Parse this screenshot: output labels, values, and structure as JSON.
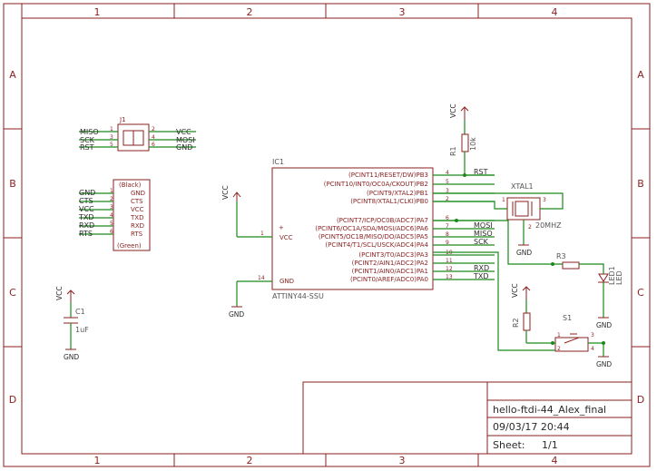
{
  "frame": {
    "columns": [
      "1",
      "2",
      "3",
      "4"
    ],
    "rows": [
      "A",
      "B",
      "C",
      "D"
    ]
  },
  "title_block": {
    "title": "hello-ftdi-44_Alex_final",
    "date": "09/03/17 20:44",
    "sheet_label": "Sheet:",
    "sheet_value": "1/1"
  },
  "power": {
    "vcc": "VCC",
    "gnd": "GND"
  },
  "j1": {
    "name": "J1",
    "left": [
      {
        "net": "MISO",
        "pin": "1"
      },
      {
        "net": "SCK",
        "pin": "3"
      },
      {
        "net": "RST",
        "pin": "5"
      }
    ],
    "right": [
      {
        "net": "VCC",
        "pin": "2"
      },
      {
        "net": "MOSI",
        "pin": "4"
      },
      {
        "net": "GND",
        "pin": "6"
      }
    ]
  },
  "ftdi": {
    "nets": [
      "GND",
      "CTS",
      "VCC",
      "TXD",
      "RXD",
      "RTS"
    ],
    "pins": [
      "1",
      "2",
      "3",
      "4",
      "5",
      "6"
    ],
    "labels": [
      "GND",
      "CTS",
      "VCC",
      "TXD",
      "RXD",
      "RTS"
    ],
    "top": "(Black)",
    "bottom": "(Green)"
  },
  "ic1": {
    "name": "IC1",
    "value": "ATTINY44-SSU",
    "vcc_label": "VCC",
    "gnd_label": "GND",
    "vcc_pin": "1",
    "gnd_pin": "14",
    "pins": [
      {
        "label": "(PCINT11/RESET/DW)PB3",
        "pin": "4"
      },
      {
        "label": "(PCINT10/INT0/OC0A/CKOUT)PB2",
        "pin": "5"
      },
      {
        "label": "(PCINT9/XTAL2)PB1",
        "pin": "3"
      },
      {
        "label": "(PCINT8/XTAL1/CLKI)PB0",
        "pin": "2"
      },
      {
        "label": "(PCINT7/ICP/OC0B/ADC7)PA7",
        "pin": "6"
      },
      {
        "label": "(PCINT6/OC1A/SDA/MOSI/ADC6)PA6",
        "pin": "7"
      },
      {
        "label": "(PCINT5/OC1B/MISO/DO/ADC5)PA5",
        "pin": "8"
      },
      {
        "label": "(PCINT4/T1/SCL/USCK/ADC4)PA4",
        "pin": "9"
      },
      {
        "label": "(PCINT3/T0/ADC3)PA3",
        "pin": "10"
      },
      {
        "label": "(PCINT2/AIN1/ADC2)PA2",
        "pin": "11"
      },
      {
        "label": "(PCINT1/AIN0/ADC1)PA1",
        "pin": "12"
      },
      {
        "label": "(PCINT0/AREF/ADC0)PA0",
        "pin": "13"
      }
    ],
    "nets": [
      "RST",
      "",
      "",
      "",
      "",
      "MOSI",
      "MISO",
      "SCK",
      "",
      "",
      "RXD",
      "TXD"
    ]
  },
  "r1": {
    "name": "R1",
    "value": "10k"
  },
  "r2": {
    "name": "R2"
  },
  "r3": {
    "name": "R3"
  },
  "xtal": {
    "name": "XTAL1",
    "value": "20MHZ",
    "pin1": "1",
    "pin3": "3",
    "pin2": "2"
  },
  "c1": {
    "name": "C1",
    "value": "1uF"
  },
  "led": {
    "name": "LED1",
    "value": "LED"
  },
  "s1": {
    "name": "S1",
    "pins": [
      "1",
      "2",
      "3",
      "4"
    ]
  }
}
